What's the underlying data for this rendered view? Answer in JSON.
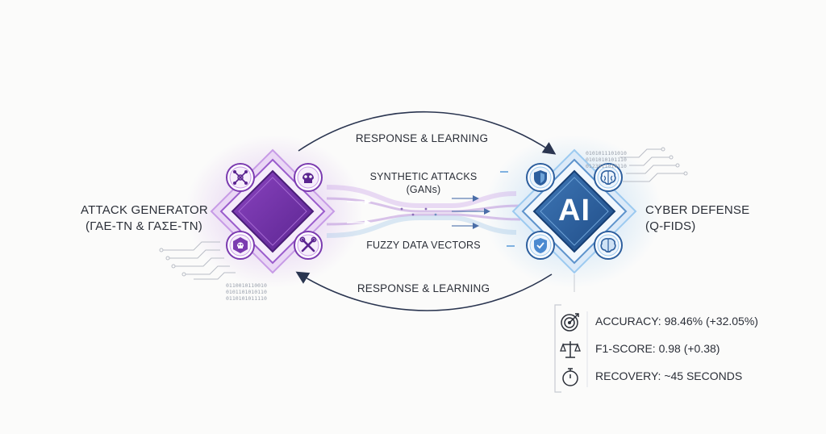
{
  "left_node": {
    "title": "ATTACK GENERATOR",
    "subtitle": "(ΓΑΕ-ΤΝ & ΓΑΣΕ-ΤΝ)",
    "icons": [
      "network-crosshair-icon",
      "skull-icon",
      "skull-badge-icon",
      "tools-icon"
    ],
    "binary": [
      "0110010110010",
      "0101101010110",
      "0110101011110"
    ],
    "color": "#7b3bb0"
  },
  "right_node": {
    "title": "CYBER DEFENSE",
    "subtitle": "(Q-FIDS)",
    "center_label": "AI",
    "icons": [
      "shield-icon",
      "brain-icon",
      "shield-check-icon",
      "brain-chip-icon"
    ],
    "binary": [
      "0101011101010",
      "0101010101110",
      "0123011010110"
    ],
    "color": "#2d5f9e"
  },
  "flows": {
    "top_arrow": "RESPONSE & LEARNING",
    "bottom_arrow": "RESPONSE & LEARNING",
    "synthetic_line1": "SYNTHETIC ATTACKS",
    "synthetic_line2": "(GANs)",
    "fuzzy": "FUZZY DATA VECTORS"
  },
  "metrics": [
    {
      "icon": "target-icon",
      "text": "ACCURACY: 98.46% (+32.05%)"
    },
    {
      "icon": "balance-scale-icon",
      "text": "F1-SCORE: 0.98 (+0.38)"
    },
    {
      "icon": "stopwatch-icon",
      "text": "RECOVERY: ~45 SECONDS"
    }
  ]
}
